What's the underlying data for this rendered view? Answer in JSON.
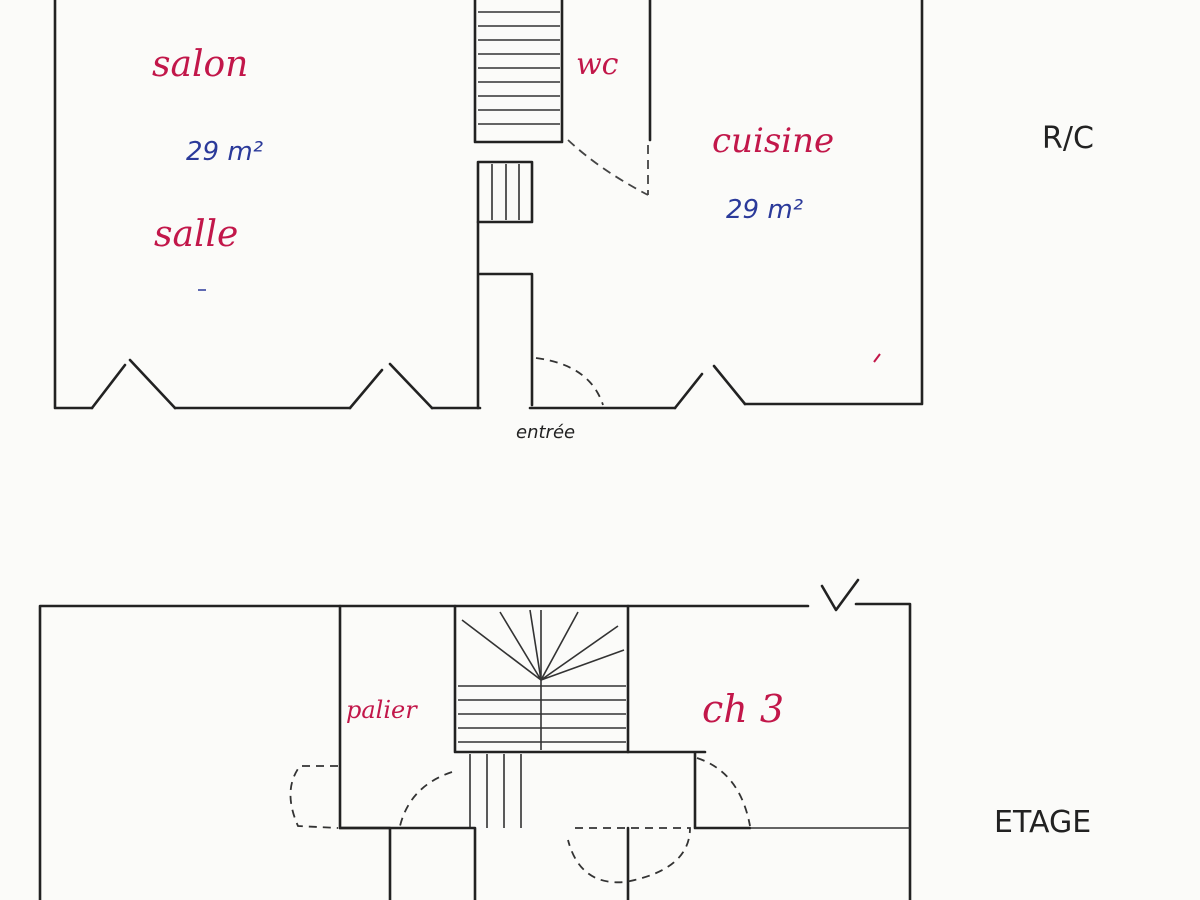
{
  "ground_floor": {
    "level_label": "R/C",
    "rooms": {
      "salon": "salon",
      "salon_area": "29 m²",
      "salle": "salle",
      "wc": "wc",
      "cuisine": "cuisine",
      "cuisine_area": "29 m²"
    },
    "entrance_label": "entrée"
  },
  "upper_floor": {
    "level_label": "ETAGE",
    "rooms": {
      "palier": "palier",
      "ch3": "ch 3"
    }
  },
  "colors": {
    "room_name": "#c2174a",
    "area": "#2b3a9a",
    "wall": "#222222"
  }
}
